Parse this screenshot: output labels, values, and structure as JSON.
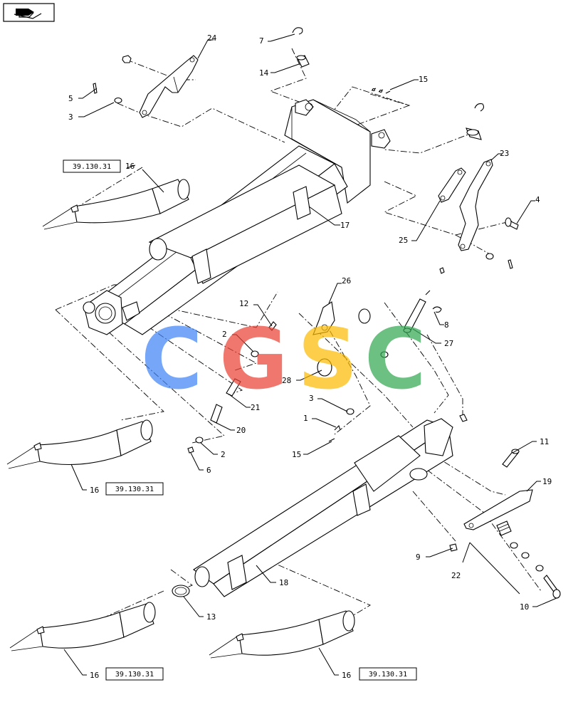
{
  "nav": {
    "icon": "book-arrow-icon"
  },
  "callouts": {
    "c1": "1",
    "c2a": "2",
    "c2b": "2",
    "c3a": "3",
    "c3b": "3",
    "c4": "4",
    "c5": "5",
    "c6": "6",
    "c7": "7",
    "c8": "8",
    "c9": "9",
    "c10": "10",
    "c11": "11",
    "c12": "12",
    "c13": "13",
    "c14": "14",
    "c15a": "15",
    "c15b": "15",
    "c16a": "16",
    "c16b": "16",
    "c16c": "16",
    "c16d": "16",
    "c17": "17",
    "c18": "18",
    "c19": "19",
    "c20": "20",
    "c21": "21",
    "c22": "22",
    "c23": "23",
    "c24": "24",
    "c25": "25",
    "c26": "26",
    "c27": "27",
    "c28": "28"
  },
  "references": {
    "r1": "39.130.31",
    "r2": "39.130.31",
    "r3": "39.130.31",
    "r4": "39.130.31"
  },
  "watermark": {
    "letters": [
      "C",
      "G",
      "S",
      "C"
    ],
    "colors": [
      "#4285F4",
      "#EA4335",
      "#FBBC05",
      "#34A853"
    ]
  }
}
